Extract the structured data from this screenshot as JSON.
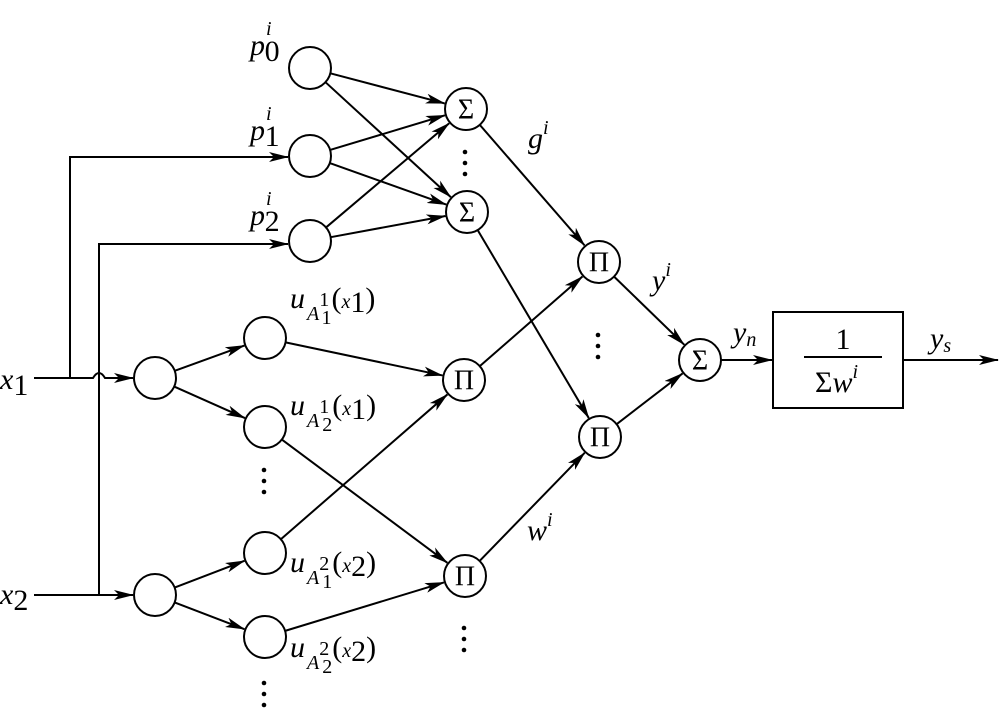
{
  "diagram": {
    "type": "ANFIS / fuzzy neural network structure",
    "inputs": [
      {
        "id": "x1",
        "label": "x",
        "sub": "1"
      },
      {
        "id": "x2",
        "label": "x",
        "sub": "2"
      }
    ],
    "consequent_params": [
      {
        "id": "p0",
        "label": "p",
        "sub": "0",
        "sup": "i"
      },
      {
        "id": "p1",
        "label": "p",
        "sub": "1",
        "sup": "i"
      },
      {
        "id": "p2",
        "label": "p",
        "sub": "2",
        "sup": "i"
      }
    ],
    "membership_labels": [
      {
        "id": "m11",
        "u": "u",
        "A": "A",
        "Asub": "1",
        "Asup": "1",
        "arg": "x",
        "argsub": "1"
      },
      {
        "id": "m21",
        "u": "u",
        "A": "A",
        "Asub": "2",
        "Asup": "1",
        "arg": "x",
        "argsub": "1"
      },
      {
        "id": "m12",
        "u": "u",
        "A": "A",
        "Asub": "1",
        "Asup": "2",
        "arg": "x",
        "argsub": "2"
      },
      {
        "id": "m22",
        "u": "u",
        "A": "A",
        "Asub": "2",
        "Asup": "2",
        "arg": "x",
        "argsub": "2"
      }
    ],
    "operators": {
      "sum": "Σ",
      "product": "Π"
    },
    "signals": {
      "g": {
        "label": "g",
        "sup": "i"
      },
      "y": {
        "label": "y",
        "sup": "i"
      },
      "w": {
        "label": "w",
        "sup": "i"
      },
      "yn": {
        "label": "y",
        "sub": "n"
      },
      "ys": {
        "label": "y",
        "sub": "s"
      }
    },
    "normalizer": {
      "numerator": "1",
      "denominator_sym": "Σ",
      "denominator_var": "w",
      "denominator_sup": "i"
    },
    "ellipsis": "⋮"
  }
}
